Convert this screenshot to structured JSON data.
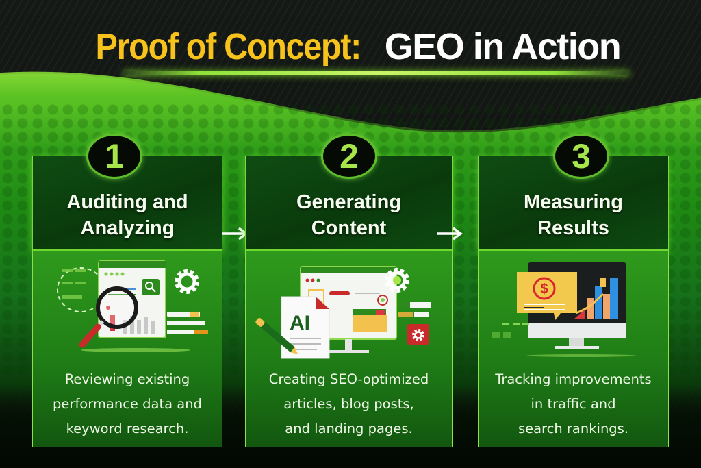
{
  "title": {
    "part1": "Proof of Concept:",
    "part2": "GEO in Action"
  },
  "colors": {
    "title_accent": "#f6c21b",
    "title_main": "#ffffff",
    "brand_green": "#2f9a1c",
    "header_green": "#0a3a0c",
    "badge_number": "#a6e64a"
  },
  "steps": [
    {
      "number": "1",
      "title_line1": "Auditing and",
      "title_line2": "Analyzing",
      "description_line1": "Reviewing existing",
      "description_line2": "performance data and",
      "description_line3": "keyword research.",
      "illustration": "magnifying-glass-over-analytics-page"
    },
    {
      "number": "2",
      "title_line1": "Generating",
      "title_line2": "Content",
      "description_line1": "Creating SEO-optimized",
      "description_line2": "articles, blog posts,",
      "description_line3": "and landing pages.",
      "illustration": "ai-document-and-monitor",
      "ai_label": "AI"
    },
    {
      "number": "3",
      "title_line1": "Measuring",
      "title_line2": "Results",
      "description_line1": "Tracking improvements",
      "description_line2": "in traffic and",
      "description_line3": "search rankings.",
      "illustration": "monitor-with-revenue-chart",
      "currency_symbol": "$"
    }
  ]
}
